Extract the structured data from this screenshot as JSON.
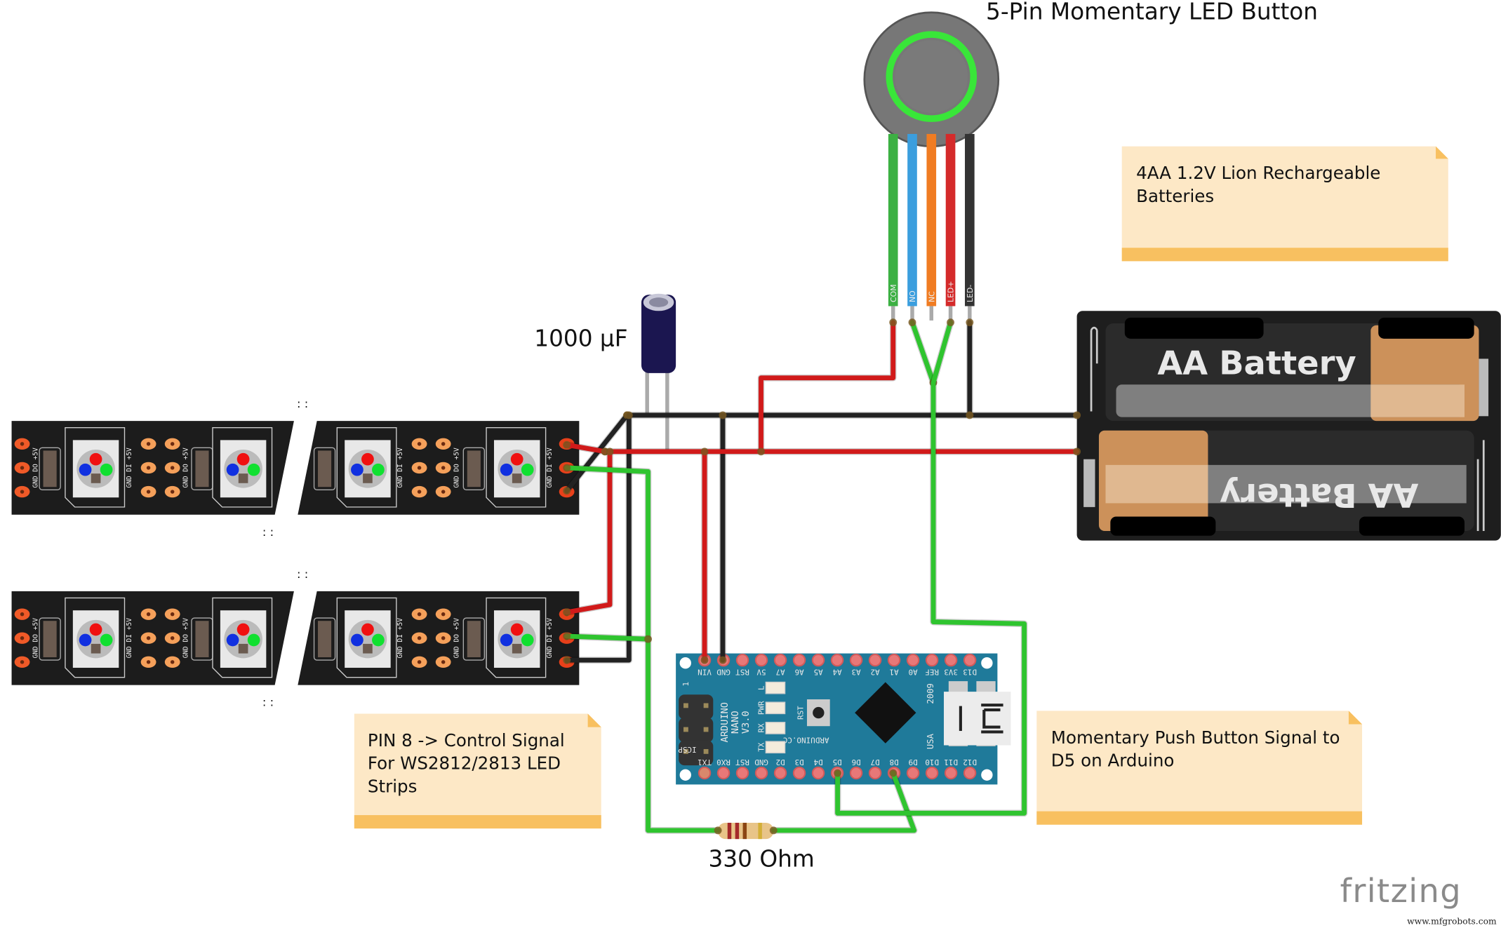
{
  "button": {
    "title": "5-Pin Momentary LED Button",
    "pins": [
      "COM",
      "NO",
      "NC",
      "LED+",
      "LED-"
    ],
    "pin_colors": [
      "#3cb043",
      "#3b9ede",
      "#f07c22",
      "#d42a2a",
      "#333333"
    ]
  },
  "capacitor": {
    "label": "1000 µF"
  },
  "resistor": {
    "label": "330 Ohm"
  },
  "battery": {
    "label_top": "AA Battery",
    "label_bottom": "AA Battery"
  },
  "notes": {
    "batteries": {
      "lines": [
        "4AA 1.2V Lion Rechargeable",
        "Batteries"
      ]
    },
    "pin8": {
      "lines": [
        "PIN 8 -> Control Signal",
        "For WS2812/2813 LED",
        "Strips"
      ]
    },
    "pushbutton": {
      "lines": [
        "Momentary Push Button Signal to",
        "D5 on Arduino"
      ]
    }
  },
  "arduino": {
    "top_pins": [
      "VIN",
      "GND",
      "RST",
      "5V",
      "A7",
      "A6",
      "A5",
      "A4",
      "A3",
      "A2",
      "A1",
      "A0",
      "REF",
      "3V3",
      "D13"
    ],
    "bottom_pins": [
      "TX1",
      "RX0",
      "RST",
      "GND",
      "D2",
      "D3",
      "D4",
      "D5",
      "D6",
      "D7",
      "D8",
      "D9",
      "D10",
      "D11",
      "D12"
    ],
    "board_name": [
      "ARDUINO",
      "NANO",
      "V3.0"
    ],
    "site": "ARDUINO.CC",
    "year": "2009",
    "country": "USA",
    "reset": "RST",
    "leds": [
      "L",
      "PWR",
      "RX",
      "TX"
    ],
    "icsp": "ICSP",
    "pin1": "1"
  },
  "led_strip": {
    "vcc": "+5V",
    "din": "DI",
    "dout": "DO",
    "gnd": "GND"
  },
  "logo": "fritzing",
  "watermark": "www.mfgrobots.com",
  "colors": {
    "wire_red": "#d11a1a",
    "wire_black": "#222222",
    "wire_green": "#2fc42f",
    "note_fill": "#fde8c6",
    "note_strip": "#f8c060",
    "arduino_board": "#1f7a9a",
    "strip_board": "#1c1c1c"
  }
}
